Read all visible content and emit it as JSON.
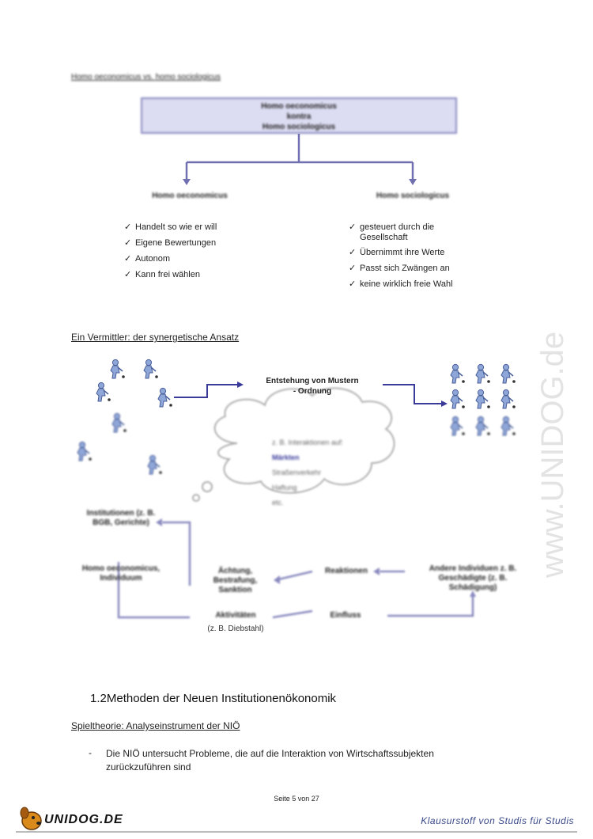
{
  "homo_section": {
    "heading": "Homo oeconomicus vs. homo sociologicus",
    "box_lines": [
      "Homo oeconomicus",
      "kontra",
      "Homo sociologicus"
    ],
    "left_title": "Homo oeconomicus",
    "right_title": "Homo sociologicus",
    "left_items": [
      "Handelt so wie er will",
      "Eigene Bewertungen",
      "Autonom",
      "Kann frei wählen"
    ],
    "right_items": [
      "gesteuert durch die Gesellschaft",
      "Übernimmt ihre Werte",
      "Passt sich Zwängen an",
      "keine wirklich freie Wahl"
    ],
    "check_glyph": "✓"
  },
  "synergy_section": {
    "heading": "Ein Vermittler: der synergetische Ansatz",
    "pattern_label_1": "Entstehung von Mustern",
    "pattern_label_2": "- Ordnung",
    "cloud_items": [
      "z. B. Interaktionen auf:",
      "Märkten",
      "Straßenverkehr",
      "Haftung",
      "etc."
    ],
    "node_institutionen": "Institutionen (z. B. BGB, Gerichte)",
    "node_homo": "Homo oeconomicus, Individuum",
    "node_aechtung": "Ächtung, Bestrafung, Sanktion",
    "node_reaktionen": "Reaktionen",
    "node_andere": "Andere Individuen z. B. Geschädigte (z. B. Schädigung)",
    "node_aktivitaeten": "Aktivitäten",
    "node_diebstahl": "(z. B. Diebstahl)",
    "node_einfluss": "Einfluss"
  },
  "methods_section": {
    "number": "1.2",
    "title": "Methoden der Neuen Institutionenökonomik",
    "sub_heading": "Spieltheorie: Analyseinstrument der NIÖ",
    "bullet_marker": "-",
    "bullet_line_1": "Die NIÖ untersucht Probleme, die auf die Interaktion von Wirtschaftssubjekten",
    "bullet_line_2": "zurückzuführen sind"
  },
  "footer": {
    "page": "Seite 5 von 27",
    "logo": "UNIDOG.DE",
    "tagline": "Klausurstoff von Studis für Studis"
  },
  "watermark": "www.UNIDOG.de",
  "colors": {
    "accent": "#3a3a9a",
    "box_fill": "#dcdcf2",
    "logo_orange": "#d98a1a"
  }
}
